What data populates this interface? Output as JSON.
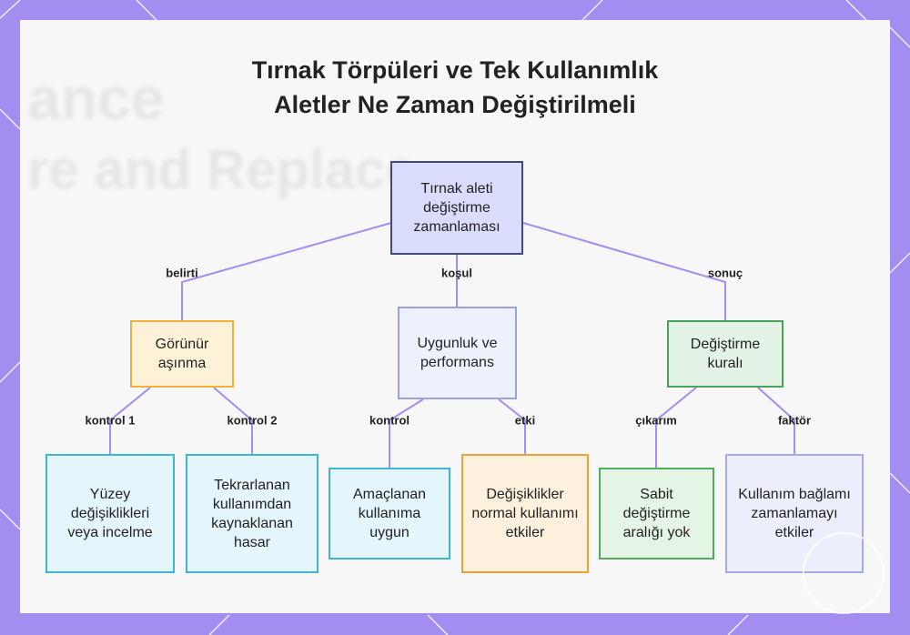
{
  "title": {
    "line1": "Tırnak Törpüleri ve Tek Kullanımlık",
    "line2": "Aletler Ne Zaman Değiştirilmeli"
  },
  "background_text": {
    "line1": "ance",
    "line2": "re and Replace"
  },
  "colors": {
    "frame": "#a48df0",
    "edge": "#a48df0"
  },
  "nodes": {
    "root": "Tırnak aleti değiştirme zamanlaması",
    "gorunur": "Görünür aşınma",
    "uygunluk": "Uygunluk ve performans",
    "degistirme": "Değiştirme kuralı",
    "yuzey": "Yüzey değişiklikleri veya incelme",
    "tekrar": "Tekrarlanan kullanımdan kaynaklanan hasar",
    "amac": "Amaçlanan kullanıma uygun",
    "degisik": "Değişiklikler normal kullanımı etkiler",
    "sabit": "Sabit değiştirme aralığı yok",
    "kullanim": "Kullanım bağlamı zamanlamayı etkiler"
  },
  "edge_labels": {
    "belirti": "belirti",
    "kosul": "koşul",
    "sonuc": "sonuç",
    "kontrol1": "kontrol 1",
    "kontrol2": "kontrol 2",
    "kontrol": "kontrol",
    "etki": "etki",
    "cikarim": "çıkarım",
    "faktor": "faktör"
  }
}
